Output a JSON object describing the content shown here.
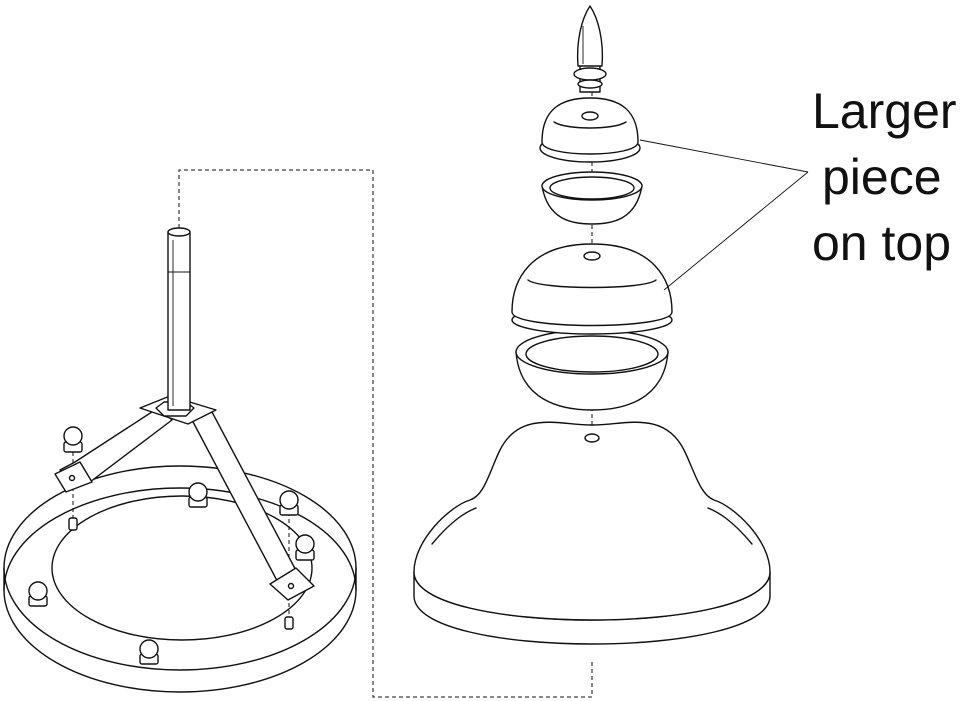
{
  "callout": {
    "line1": "Larger",
    "line2": "piece",
    "line3": "on top"
  },
  "colors": {
    "ink": "#111111",
    "background": "#ffffff"
  }
}
